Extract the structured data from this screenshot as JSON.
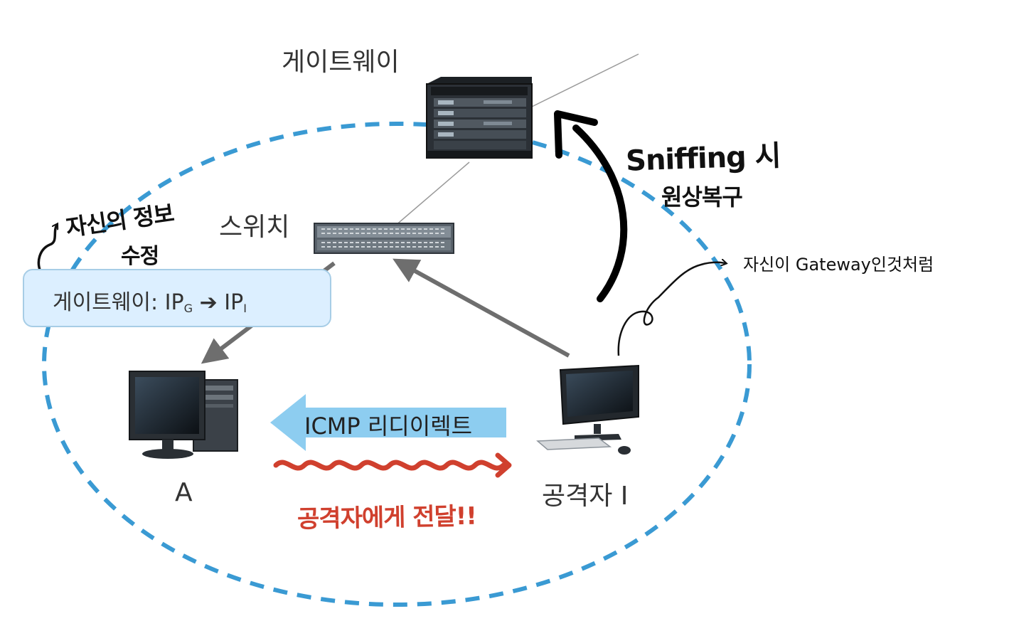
{
  "labels": {
    "gateway": "게이트웨이",
    "switch": "스위치",
    "host_a": "A",
    "attacker": "공격자 I",
    "icmp_redirect": "ICMP 리디이렉트"
  },
  "info_box": {
    "prefix": "게이트웨이: ",
    "ip": "IP",
    "from_sub": "G",
    "arrow": "➔",
    "to_sub": "I"
  },
  "annotations": {
    "sniffing": "Sniffing 시",
    "restore": "원상복구",
    "self_info": "자신의 정보",
    "modify": "수정",
    "gateway_like": "자신이 Gateway인것처럼",
    "forward": "공격자에게 전달!!"
  },
  "colors": {
    "dashed_circle": "#3a9ad3",
    "box_fill": "#dcefff",
    "box_border": "#a7cde6",
    "icmp_arrow": "#8dcdf0",
    "flow_arrow": "#6e6e6e",
    "annotation_red": "#d0402e",
    "annotation_black": "#111111"
  }
}
